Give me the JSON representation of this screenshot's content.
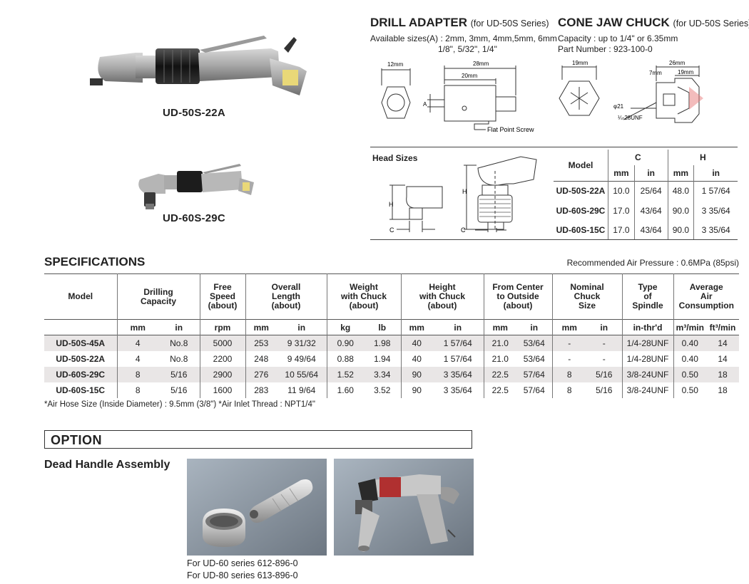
{
  "tools": [
    {
      "label": "UD-50S-22A",
      "icon": "right-angle-drill-photo"
    },
    {
      "label": "UD-60S-29C",
      "icon": "right-angle-drill-with-chuck-photo"
    }
  ],
  "drill_adapter": {
    "title": "DRILL ADAPTER",
    "subtitle": "(for UD-50S Series)",
    "sizes_line1": "Available sizes(A) : 2mm, 3mm, 4mm,5mm, 6mm",
    "sizes_line2": "1/8\", 5/32\", 1/4\"",
    "dims": {
      "w12": "12mm",
      "w28": "28mm",
      "w20": "20mm",
      "a": "A",
      "screw": "Flat Point Screw"
    }
  },
  "cone_jaw_chuck": {
    "title": "CONE JAW CHUCK",
    "subtitle": "(for UD-50S Series)",
    "capacity": "Capacity      : up to 1/4\" or 6.35mm",
    "part": "Part Number : 923-100-0",
    "dims": {
      "w19": "19mm",
      "w26": "26mm",
      "w7": "7mm",
      "w19b": "19mm",
      "d21": "φ21",
      "thread": "¼-28UNF"
    }
  },
  "head_sizes": {
    "title": "Head Sizes",
    "labels": {
      "h": "H",
      "c": "C"
    },
    "col_model": "Model",
    "col_c": "C",
    "col_h": "H",
    "units": [
      "mm",
      "in",
      "mm",
      "in"
    ],
    "rows": [
      {
        "model": "UD-50S-22A",
        "c_mm": "10.0",
        "c_in": "25/64",
        "h_mm": "48.0",
        "h_in": "1 57/64"
      },
      {
        "model": "UD-60S-29C",
        "c_mm": "17.0",
        "c_in": "43/64",
        "h_mm": "90.0",
        "h_in": "3 35/64"
      },
      {
        "model": "UD-60S-15C",
        "c_mm": "17.0",
        "c_in": "43/64",
        "h_mm": "90.0",
        "h_in": "3 35/64"
      }
    ]
  },
  "specifications": {
    "title": "SPECIFICATIONS",
    "pressure": "Recommended Air Pressure : 0.6MPa (85psi)",
    "headers": {
      "model": "Model",
      "drilling": [
        "Drilling",
        "Capacity"
      ],
      "speed": [
        "Free",
        "Speed",
        "(about)"
      ],
      "length": [
        "Overall",
        "Length",
        "(about)"
      ],
      "weight": [
        "Weight",
        "with Chuck",
        "(about)"
      ],
      "height": [
        "Height",
        "with Chuck",
        "(about)"
      ],
      "center": [
        "From Center",
        "to Outside",
        "(about)"
      ],
      "chuck": [
        "Nominal",
        "Chuck",
        "Size"
      ],
      "spindle": [
        "Type",
        "of",
        "Spindle"
      ],
      "air": [
        "Average",
        "Air",
        "Consumption"
      ]
    },
    "units": [
      "mm",
      "in",
      "rpm",
      "mm",
      "in",
      "kg",
      "lb",
      "mm",
      "in",
      "mm",
      "in",
      "mm",
      "in",
      "in-thr'd",
      "m³/min",
      "ft³/min"
    ],
    "rows": [
      {
        "model": "UD-50S-45A",
        "cells": [
          "4",
          "No.8",
          "5000",
          "253",
          "9 31/32",
          "0.90",
          "1.98",
          "40",
          "1 57/64",
          "21.0",
          "53/64",
          "-",
          "-",
          "1/4-28UNF",
          "0.40",
          "14"
        ]
      },
      {
        "model": "UD-50S-22A",
        "cells": [
          "4",
          "No.8",
          "2200",
          "248",
          "9 49/64",
          "0.88",
          "1.94",
          "40",
          "1 57/64",
          "21.0",
          "53/64",
          "-",
          "-",
          "1/4-28UNF",
          "0.40",
          "14"
        ]
      },
      {
        "model": "UD-60S-29C",
        "cells": [
          "8",
          "5/16",
          "2900",
          "276",
          "10 55/64",
          "1.52",
          "3.34",
          "90",
          "3 35/64",
          "22.5",
          "57/64",
          "8",
          "5/16",
          "3/8-24UNF",
          "0.50",
          "18"
        ]
      },
      {
        "model": "UD-60S-15C",
        "cells": [
          "8",
          "5/16",
          "1600",
          "283",
          "11 9/64",
          "1.60",
          "3.52",
          "90",
          "3 35/64",
          "22.5",
          "57/64",
          "8",
          "5/16",
          "3/8-24UNF",
          "0.50",
          "18"
        ]
      }
    ],
    "note": "*Air Hose Size (Inside Diameter) : 9.5mm (3/8\")   *Air Inlet Thread : NPT1/4\""
  },
  "option": {
    "title": "OPTION",
    "heading": "Dead Handle Assembly",
    "line1": "For UD-60 series 612-896-0",
    "line2": "For UD-80 series 613-896-0"
  }
}
